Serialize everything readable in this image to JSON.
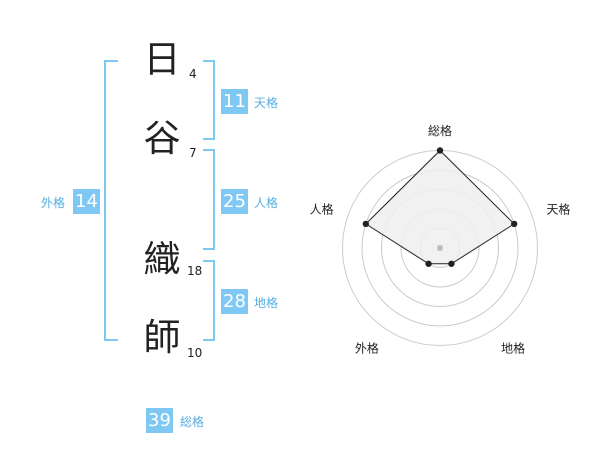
{
  "name": {
    "chars": [
      {
        "char": "日",
        "strokes": "4"
      },
      {
        "char": "谷",
        "strokes": "7"
      },
      {
        "char": "織",
        "strokes": "18"
      },
      {
        "char": "師",
        "strokes": "10"
      }
    ]
  },
  "kakusu": {
    "tenkaku": {
      "value": "11",
      "label": "天格"
    },
    "jinkaku": {
      "value": "25",
      "label": "人格"
    },
    "chikaku": {
      "value": "28",
      "label": "地格"
    },
    "gaikaku": {
      "value": "14",
      "label": "外格"
    },
    "soukaku": {
      "value": "39",
      "label": "総格"
    }
  },
  "radar": {
    "axes": [
      "総格",
      "天格",
      "地格",
      "外格",
      "人格"
    ],
    "levels": [
      5,
      4,
      1,
      1,
      4
    ],
    "max_level": 5,
    "colors": {
      "fill": "#efefef",
      "stroke": "#222222",
      "ring": "#cccccc",
      "center": "#bbbbbb"
    }
  }
}
